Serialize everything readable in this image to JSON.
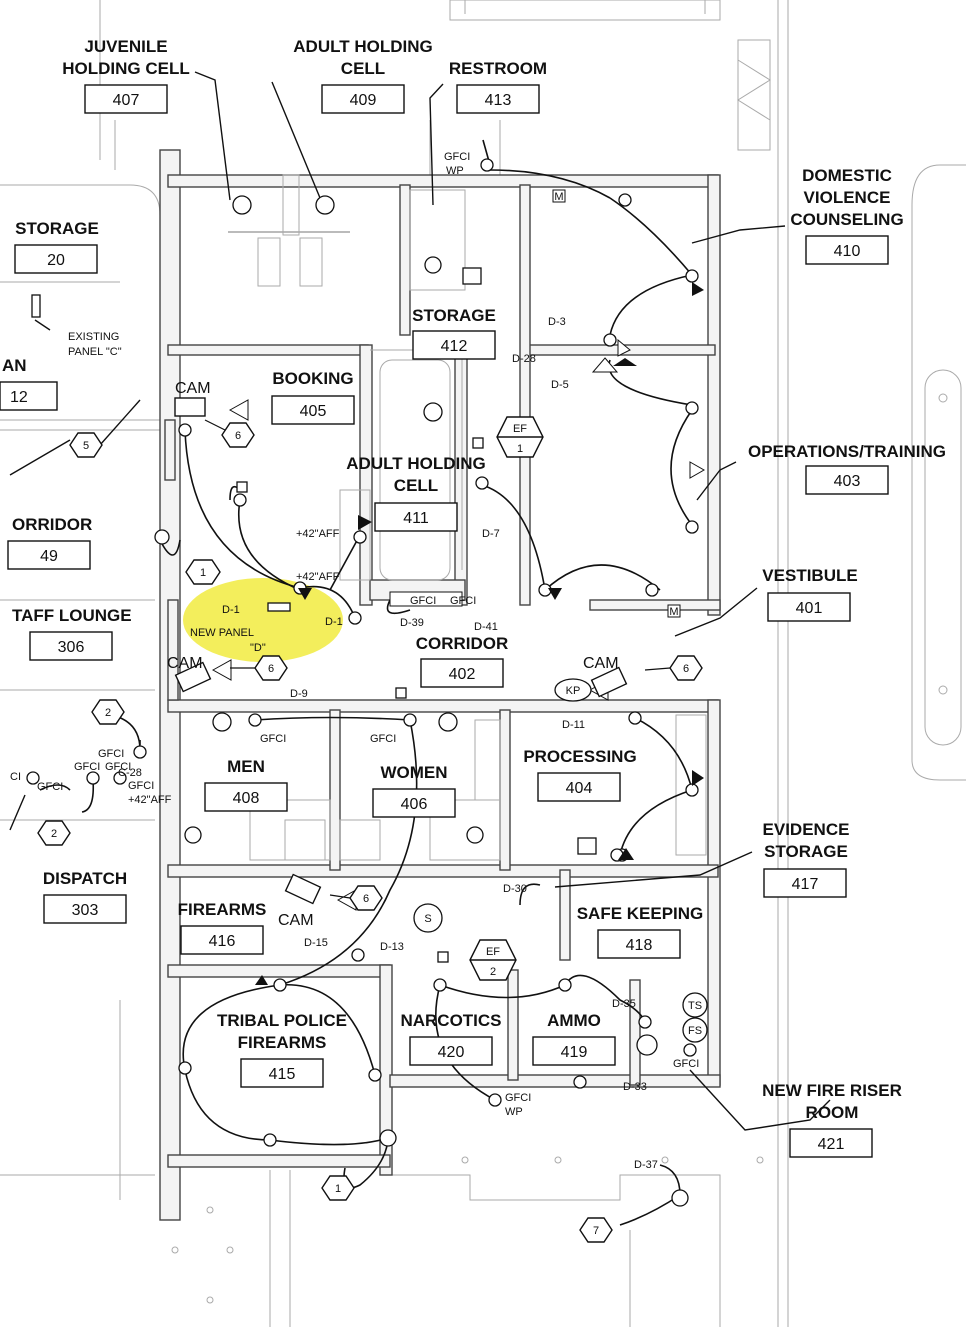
{
  "rooms": {
    "juvenile_holding": {
      "l1": "JUVENILE",
      "l2": "HOLDING CELL",
      "num": "407"
    },
    "adult_holding_409": {
      "l1": "ADULT HOLDING",
      "l2": "CELL",
      "num": "409"
    },
    "restroom": {
      "name": "RESTROOM",
      "num": "413"
    },
    "domestic_violence": {
      "l1": "DOMESTIC",
      "l2": "VIOLENCE",
      "l3": "COUNSELING",
      "num": "410"
    },
    "storage_20": {
      "name": "STORAGE",
      "num": "20"
    },
    "storage_412": {
      "name": "STORAGE",
      "num": "412"
    },
    "plan_12": {
      "name": "AN",
      "num": "12"
    },
    "booking": {
      "name": "BOOKING",
      "num": "405"
    },
    "operations": {
      "name": "OPERATIONS/TRAINING",
      "num": "403"
    },
    "adult_holding_411": {
      "l1": "ADULT HOLDING",
      "l2": "CELL",
      "num": "411"
    },
    "corridor_49": {
      "name": "ORRIDOR",
      "num": "49"
    },
    "vestibule": {
      "name": "VESTIBULE",
      "num": "401"
    },
    "staff_lounge": {
      "name": "TAFF LOUNGE",
      "num": "306"
    },
    "corridor_402": {
      "name": "CORRIDOR",
      "num": "402"
    },
    "men": {
      "name": "MEN",
      "num": "408"
    },
    "women": {
      "name": "WOMEN",
      "num": "406"
    },
    "processing": {
      "name": "PROCESSING",
      "num": "404"
    },
    "evidence": {
      "l1": "EVIDENCE",
      "l2": "STORAGE",
      "num": "417"
    },
    "dispatch": {
      "name": "DISPATCH",
      "num": "303"
    },
    "firearms": {
      "name": "FIREARMS",
      "num": "416"
    },
    "safe_keeping": {
      "name": "SAFE KEEPING",
      "num": "418"
    },
    "tribal": {
      "l1": "TRIBAL POLICE",
      "l2": "FIREARMS",
      "num": "415"
    },
    "narcotics": {
      "name": "NARCOTICS",
      "num": "420"
    },
    "ammo": {
      "name": "AMMO",
      "num": "419"
    },
    "fire_riser": {
      "l1": "NEW FIRE RISER",
      "l2": "ROOM",
      "num": "421"
    }
  },
  "notes": {
    "existing_panel_l1": "EXISTING",
    "existing_panel_l2": "PANEL \"C\"",
    "new_panel_l1": "NEW PANEL",
    "new_panel_l2": "\"D\"",
    "aff1": "+42\"AFF",
    "aff2": "+42\"AFF",
    "aff3": "+42\"AFF",
    "gfci_wp_top_l1": "GFCI",
    "gfci_wp_top_l2": "WP",
    "gfci_wp_bottom_l1": "GFCI",
    "gfci_wp_bottom_l2": "WP",
    "gfci_men": "GFCI",
    "gfci_women": "GFCI",
    "gfci_corr1": "GFCI",
    "gfci_corr2": "GFCI",
    "gfci_disp1": "GFCI",
    "gfci_disp2": "GFCI",
    "gfci_disp3": "GFCI",
    "gfci_disp4": "GFCI",
    "gfci_disp5": "GFCI",
    "gfci_riser": "GFCI",
    "ci": "CI",
    "c28": "C-28"
  },
  "cam_labels": {
    "booking": "CAM",
    "lounge": "CAM",
    "processing": "CAM",
    "firearms": "CAM"
  },
  "circuits": {
    "d1": "D-1",
    "d1b": "D-1",
    "d3": "D-3",
    "d5": "D-5",
    "d7": "D-7",
    "d9": "D-9",
    "d11": "D-11",
    "d13": "D-13",
    "d15": "D-15",
    "d28": "D-28",
    "d30": "D-30",
    "d33": "D-33",
    "d35": "D-35",
    "d37": "D-37",
    "d39": "D-39",
    "d41": "D-41"
  },
  "tags": {
    "t5": "5",
    "t6a": "6",
    "t1a": "1",
    "t6b": "6",
    "t2a": "2",
    "t2b": "2",
    "t6c": "6",
    "t6d": "6",
    "t1b": "1",
    "t7": "7"
  },
  "fans": {
    "ef1": {
      "label": "EF",
      "num": "1"
    },
    "ef2": {
      "label": "EF",
      "num": "2"
    }
  },
  "symbols": {
    "kp": "KP",
    "s": "S",
    "ts": "TS",
    "fs": "FS",
    "m1": "M",
    "m2": "M"
  },
  "highlight_color": "#f2ec4a"
}
